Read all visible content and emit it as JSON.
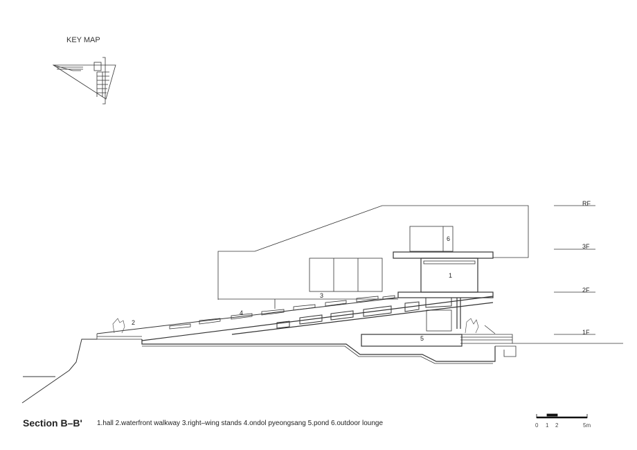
{
  "key_map": {
    "title": "KEY MAP"
  },
  "levels": [
    "RF",
    "3F",
    "2F",
    "1F"
  ],
  "room_numbers": [
    "1",
    "2",
    "3",
    "4",
    "5",
    "6"
  ],
  "caption": {
    "title": "Section B–B'",
    "legend": "1.hall  2.waterfront walkway  3.right–wing stands  4.ondol pyeongsang  5.pond  6.outdoor lounge"
  },
  "scale_bar": {
    "labels": [
      "0",
      "1",
      "2",
      "5m"
    ]
  },
  "colors": {
    "line": "#333333",
    "background": "#ffffff"
  }
}
